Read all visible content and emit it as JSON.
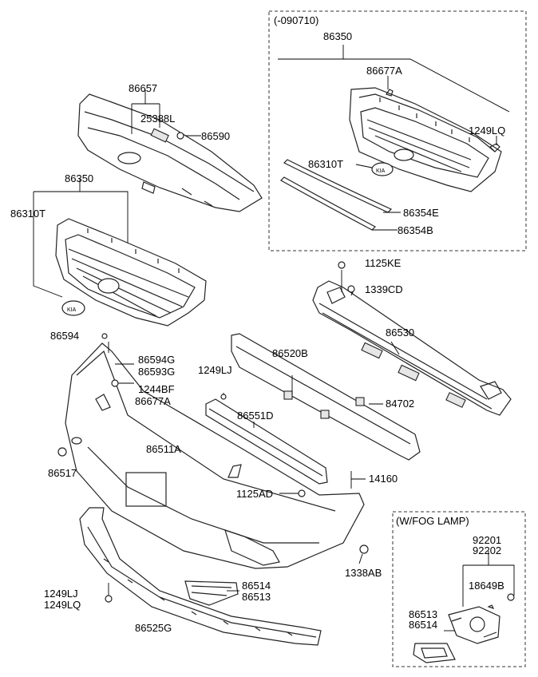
{
  "boxes": {
    "prior_version": {
      "title": "(-090710)"
    },
    "fog_lamp": {
      "title": "(W/FOG LAMP)"
    }
  },
  "labels": {
    "p86350_top": "86350",
    "p86677A_top": "86677A",
    "p1249LQ_top": "1249LQ",
    "p86310T_top": "86310T",
    "p86354E": "86354E",
    "p86354B": "86354B",
    "p86657": "86657",
    "p25388L": "25388L",
    "p86590": "86590",
    "p86350_left": "86350",
    "p86310T_left": "86310T",
    "p1125KE": "1125KE",
    "p1339CD": "1339CD",
    "p86530": "86530",
    "p86594": "86594",
    "p86594G": "86594G",
    "p86593G": "86593G",
    "p1244BF": "1244BF",
    "p86677A_mid": "86677A",
    "p1249LJ_mid": "1249LJ",
    "p86520B": "86520B",
    "p84702": "84702",
    "p86551D": "86551D",
    "p86511A": "86511A",
    "p86517": "86517",
    "p1125AD": "1125AD",
    "p14160": "14160",
    "p1338AB": "1338AB",
    "p86514": "86514",
    "p86513": "86513",
    "p1249LJ_low": "1249LJ",
    "p1249LQ_low": "1249LQ",
    "p86525G": "86525G",
    "p92201": "92201",
    "p92202": "92202",
    "p18649B": "18649B",
    "p86513_fog": "86513",
    "p86514_fog": "86514"
  }
}
